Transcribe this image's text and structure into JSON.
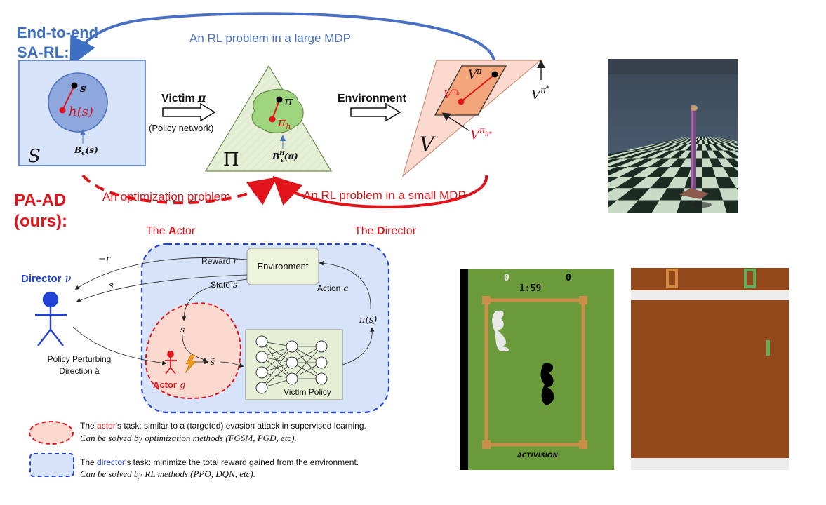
{
  "top": {
    "sa_rl_title": [
      "End-to-end",
      "SA-RL:"
    ],
    "large_mdp_label": "An RL problem in a large MDP",
    "pa_ad_title": [
      "PA-AD",
      "(ours):"
    ],
    "optimization_label": "An optimization problem",
    "small_mdp_label": "An RL problem in a small MDP",
    "actor_title_prefix": "The ",
    "actor_title_bold": "A",
    "actor_title_suffix": "ctor",
    "director_title_prefix": "The ",
    "director_title_bold": "D",
    "director_title_suffix": "irector",
    "state_space": {
      "symbol": "S",
      "point": "s",
      "perturbed": "h(s)",
      "ball": "B",
      "ball_sub": "ϵ",
      "ball_arg": "(s)"
    },
    "victim_label": "Victim",
    "victim_symbol": "π",
    "policy_network_label": "(Policy network)",
    "policy_space": {
      "symbol": "Π",
      "point": "π",
      "perturbed": "π",
      "perturbed_sub": "h",
      "ball": "B",
      "ball_sup": "H",
      "ball_sub": "ϵ",
      "ball_arg": "(π)"
    },
    "environment_label": "Environment",
    "value_space": {
      "symbol": "V",
      "point": "V",
      "point_sup": "π",
      "perturbed": "V",
      "perturbed_sup": "π",
      "perturbed_subsub": "h",
      "optimal_label": "V",
      "optimal_sup": "π",
      "optimal_star": "*",
      "worst_label": "V",
      "worst_sup": "π",
      "worst_subsub": "h*"
    }
  },
  "bottom": {
    "neg_reward": "−r",
    "state_out": "s",
    "director_label": "Director",
    "director_symbol": "ν",
    "reward_label": "Reward",
    "reward_symbol": "r",
    "state_label": "State",
    "state_symbol": "s",
    "environment_box": "Environment",
    "action_label": "Action",
    "action_symbol": "a",
    "pi_tilde": "π(s̃)",
    "inner_s": "s",
    "s_tilde": "s̃",
    "perturb_label": [
      "Policy Perturbing",
      "Direction â"
    ],
    "actor_label": "Actor",
    "actor_symbol": "g",
    "victim_policy_label": "Victim Policy"
  },
  "legend": {
    "actor": {
      "prefix": "The ",
      "colored": "actor",
      "suffix": "'s task: similar to a (targeted) evasion attack in supervised learning.",
      "line2": "Can be solved by optimization methods (FGSM, PGD, etc)."
    },
    "director": {
      "prefix": "The ",
      "colored": "director",
      "suffix": "'s task: minimize the total reward gained from the environment.",
      "line2": "Can be solved by RL methods (PPO, DQN, etc)."
    }
  },
  "games": {
    "boxing_score_left": "0",
    "boxing_score_right": "0",
    "boxing_timer": "1:59",
    "boxing_brand": "ACTIVISION"
  },
  "colors": {
    "blue_title": "#3d6fc2",
    "red": "#e2141b",
    "light_blue": "#d6e3f8",
    "ball_blue": "#8ea8de",
    "green_fill": "#e4efd5",
    "green_blob": "#9fd47e",
    "pink": "#fbd9cf",
    "orange": "#f3a57c",
    "director_blue": "#2143d8"
  }
}
